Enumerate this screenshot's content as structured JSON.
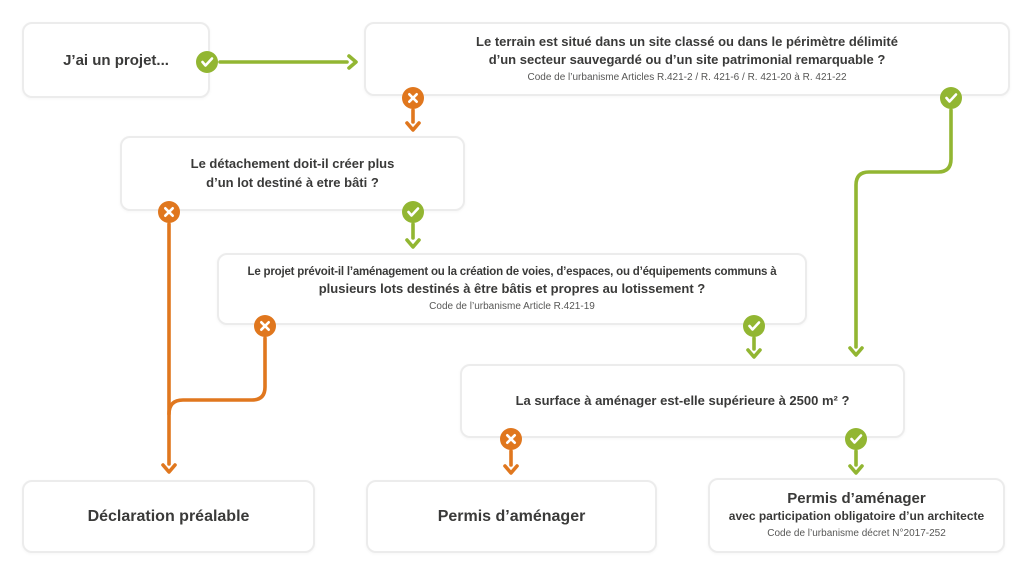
{
  "meta": {
    "type": "flowchart",
    "language": "fr",
    "topic": "Urbanisme - autorisations de lotissement"
  },
  "colors": {
    "yes_green": "#92b632",
    "no_orange": "#e0771e",
    "box_border": "#ececec",
    "text_dark": "#3a3a39",
    "text_small": "#575756",
    "background": "#ffffff"
  },
  "icons": {
    "yes": "check-icon",
    "no": "cross-icon"
  },
  "nodes": {
    "start": {
      "title": "J’ai un projet..."
    },
    "terrain": {
      "line1": "Le terrain est situé dans un site classé ou dans le périmètre délimité",
      "line2": "d’un secteur sauvegardé ou d’un site patrimonial remarquable ?",
      "code": "Code de l’urbanisme Articles R.421-2 / R. 421-6 / R. 421-20 à R. 421-22"
    },
    "detachement": {
      "line1": "Le détachement doit-il créer plus",
      "line2": "d’un lot destiné à etre bâti ?"
    },
    "lotissement": {
      "line1": "Le projet prévoit-il l’aménagement ou la création de voies, d’espaces, ou d’équipements communs à",
      "line2": "plusieurs lots destinés à être bâtis et propres au lotissement ?",
      "code": "Code de l’urbanisme Article R.421-19"
    },
    "surface": {
      "line1": "La surface à aménager est-elle supérieure à 2500 m² ?"
    },
    "declaration": {
      "title": "Déclaration préalable"
    },
    "permis": {
      "title": "Permis d’aménager"
    },
    "permis_architecte": {
      "title": "Permis d’aménager",
      "line2": "avec participation obligatoire d’un architecte",
      "code": "Code de l’urbanisme décret N°2017-252"
    }
  }
}
